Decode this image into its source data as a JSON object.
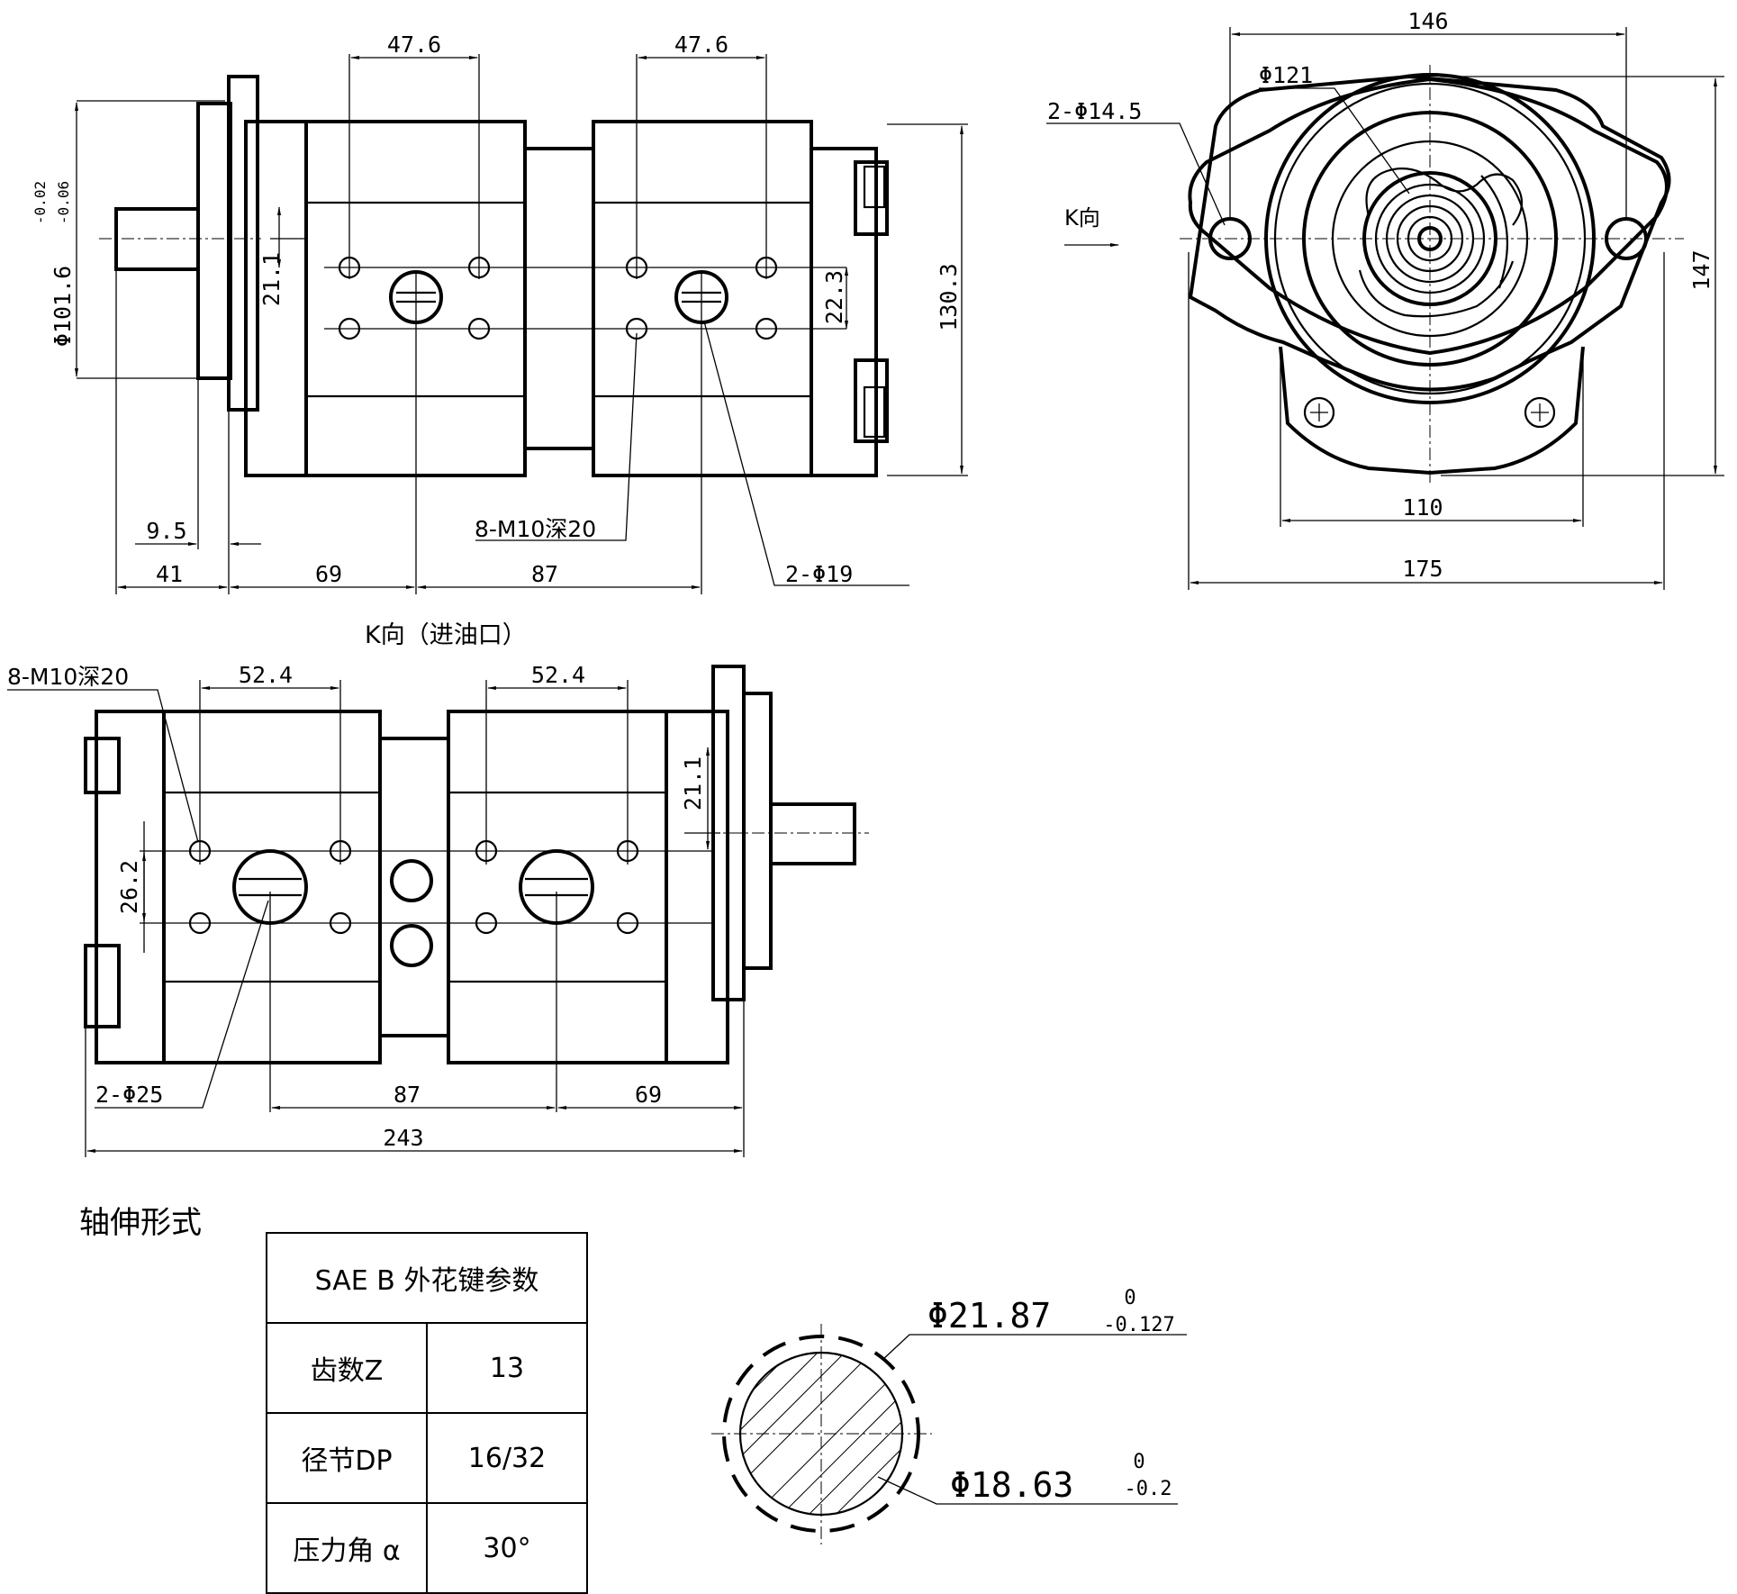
{
  "view_top": {
    "dim_hole_pitch_left": "47.6",
    "dim_hole_pitch_right": "47.6",
    "dim_pilot_diameter": "Φ101.6",
    "tol_upper": "-0.02",
    "tol_lower": "-0.06",
    "dim_offset_left": "21.1",
    "dim_offset_right": "22.3",
    "dim_height": "130.3",
    "dim_flange_thickness": "9.5",
    "dim_shaft_length": "41",
    "dim_flange_to_port1": "69",
    "dim_port_spacing": "87",
    "label_thread_holes": "8-M10深20",
    "label_port_diameter": "2-Φ19"
  },
  "view_end": {
    "dim_bolt_span": "146",
    "dim_pilot": "Φ121",
    "label_mount_holes": "2-Φ14.5",
    "label_k_direction": "K向",
    "dim_height": "147",
    "dim_width_lower": "110",
    "dim_width_overall": "175"
  },
  "view_k": {
    "caption": "K向（进油口）",
    "label_thread_holes": "8-M10深20",
    "dim_hole_pitch_left": "52.4",
    "dim_hole_pitch_right": "52.4",
    "dim_offset": "21.1",
    "dim_vertical_pitch": "26.2",
    "label_port_diameter": "2-Φ25",
    "dim_port_spacing": "87",
    "dim_port_to_flange": "69",
    "dim_overall_length": "243"
  },
  "shaft_spec": {
    "section_title": "轴伸形式",
    "table_header": "SAE B 外花键参数",
    "rows": [
      {
        "label": "齿数Z",
        "value": "13"
      },
      {
        "label": "径节DP",
        "value": "16/32"
      },
      {
        "label": "压力角 α",
        "value": "30°"
      }
    ]
  },
  "spline": {
    "outer_diameter": "Φ21.87",
    "outer_tol_upper": "0",
    "outer_tol_lower": "-0.127",
    "root_diameter": "Φ18.63",
    "root_tol_upper": "0",
    "root_tol_lower": "-0.2"
  }
}
